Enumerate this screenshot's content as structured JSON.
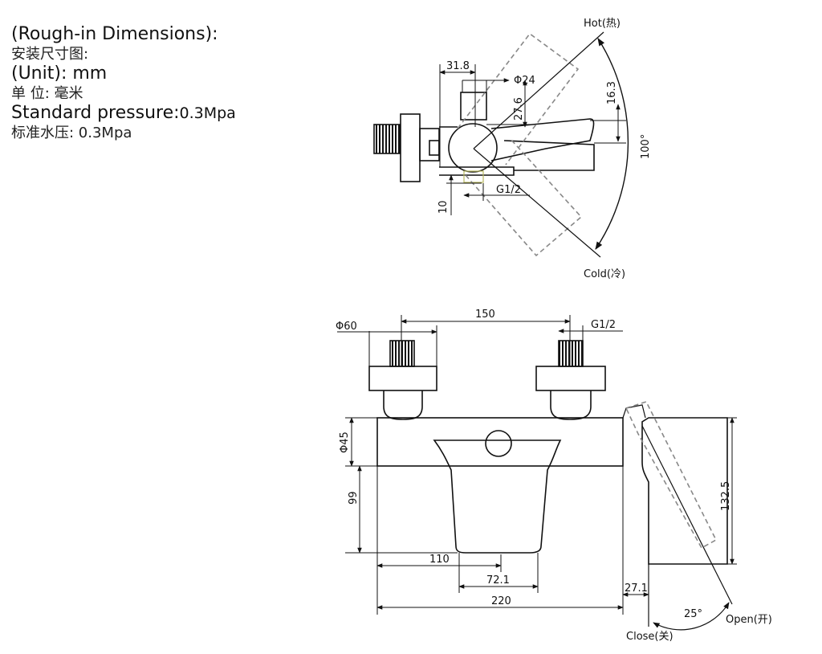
{
  "spec": {
    "title_en": "(Rough-in Dimensions):",
    "title_zh": "安装尺寸图:",
    "unit_en": "(Unit): mm",
    "unit_zh": "单 位: 毫米",
    "pressure_en_label": "Standard pressure:",
    "pressure_en_value": "0.3Mpa",
    "pressure_zh": "标准水压: 0.3Mpa"
  },
  "side_view": {
    "hot_label": "Hot(热)",
    "cold_label": "Cold(冷)",
    "angle_label": "100°",
    "dims": {
      "d31_8": "31.8",
      "phi24": "Φ24",
      "d27_6": "27.6",
      "d16_3": "16.3",
      "d10": "10",
      "g12": "G1/2"
    }
  },
  "front_view": {
    "dims": {
      "phi60": "Φ60",
      "d150": "150",
      "g12": "G1/2",
      "phi45": "Φ45",
      "d99": "99",
      "d110": "110",
      "d72_1": "72.1",
      "d220": "220",
      "d27_1": "27.1",
      "d132_5": "132.5",
      "angle25": "25°"
    },
    "open_label": "Open(开)",
    "close_label": "Close(关)"
  }
}
